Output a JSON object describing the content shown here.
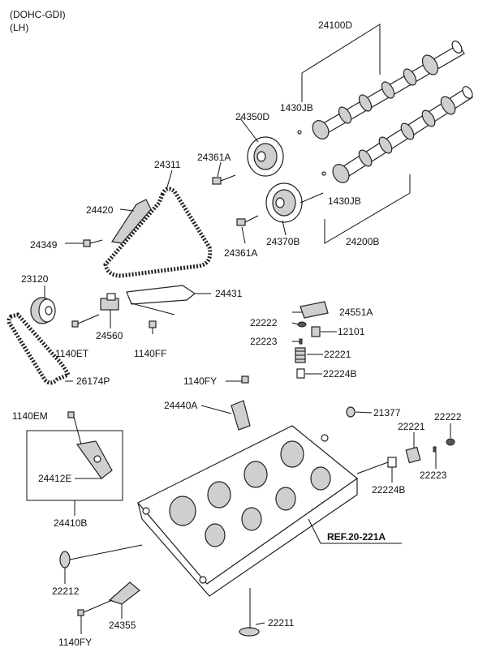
{
  "header": {
    "engine": "(DOHC-GDI)",
    "side": "(LH)"
  },
  "labels": {
    "p24100D": "24100D",
    "p1430JB_a": "1430JB",
    "p24350D": "24350D",
    "p24361A_a": "24361A",
    "p24311": "24311",
    "p24420": "24420",
    "p24349": "24349",
    "p1430JB_b": "1430JB",
    "p24370B": "24370B",
    "p24361A_b": "24361A",
    "p24200B": "24200B",
    "p23120": "23120",
    "p24431": "24431",
    "p24560": "24560",
    "p1140ET": "1140ET",
    "p1140FF": "1140FF",
    "p22222_a": "22222",
    "p24551A": "24551A",
    "p22223_a": "22223",
    "p12101": "12101",
    "p22221_a": "22221",
    "p22224B_a": "22224B",
    "p26174P": "26174P",
    "p1140FY_a": "1140FY",
    "p24440A": "24440A",
    "p21377": "21377",
    "p1140EM": "1140EM",
    "p22222_b": "22222",
    "p22221_b": "22221",
    "p22223_b": "22223",
    "p24412E": "24412E",
    "p22224B_b": "22224B",
    "p24410B": "24410B",
    "ref": "REF.20-221",
    "ref_suffix": "A",
    "p22212": "22212",
    "p24355": "24355",
    "p22211": "22211",
    "p1140FY_b": "1140FY"
  }
}
